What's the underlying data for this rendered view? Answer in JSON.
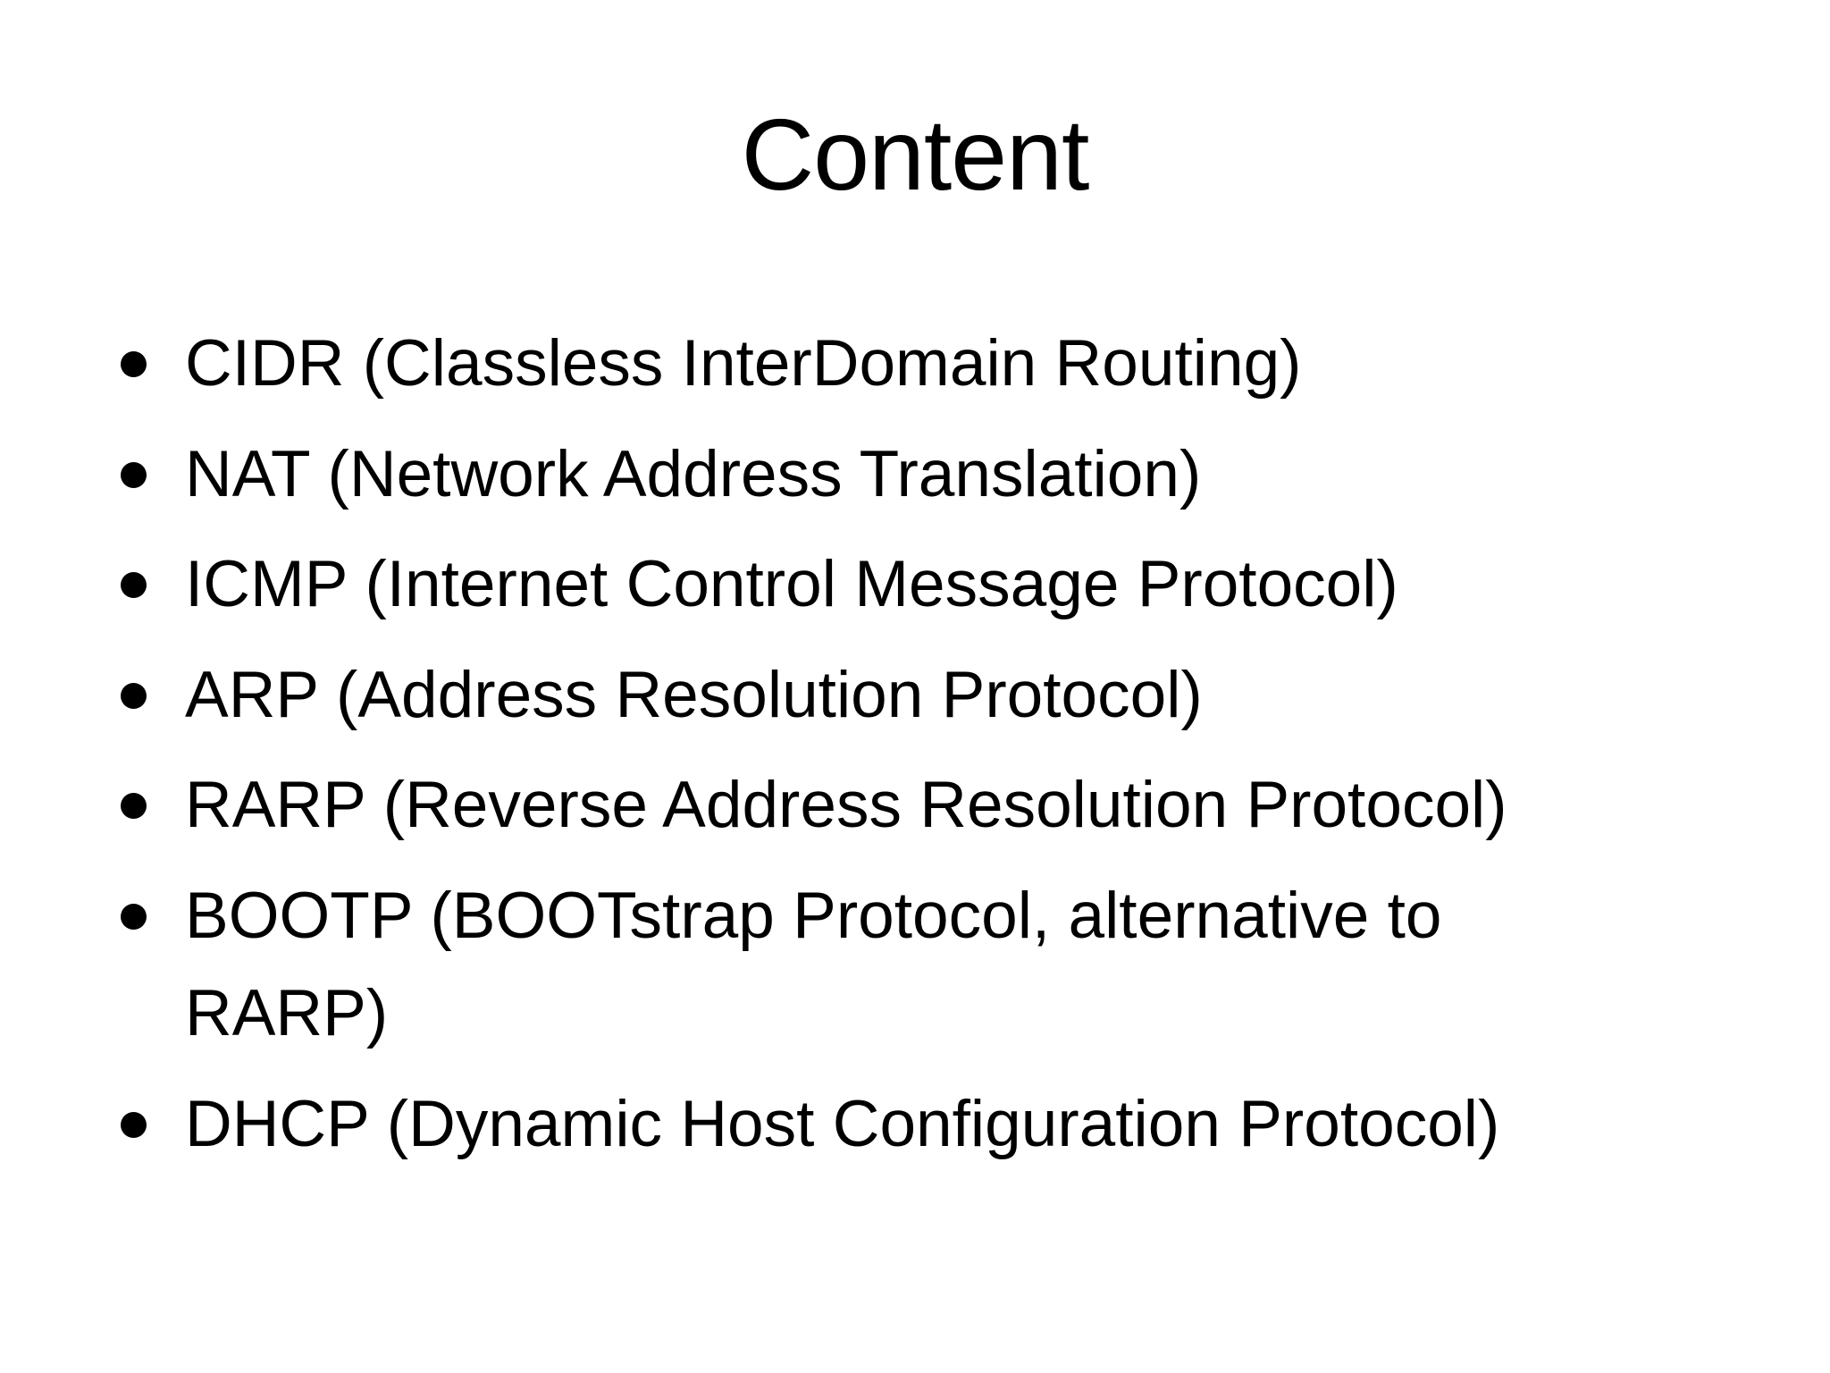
{
  "slide": {
    "title": "Content",
    "bullets": [
      "CIDR (Classless InterDomain Routing)",
      "NAT (Network Address Translation)",
      "ICMP (Internet Control Message Protocol)",
      "ARP (Address Resolution Protocol)",
      "RARP (Reverse Address Resolution Protocol)",
      "BOOTP (BOOTstrap Protocol, alternative to RARP)",
      "DHCP (Dynamic Host Configuration Protocol)"
    ],
    "colors": {
      "background": "#ffffff",
      "text": "#000000"
    }
  }
}
